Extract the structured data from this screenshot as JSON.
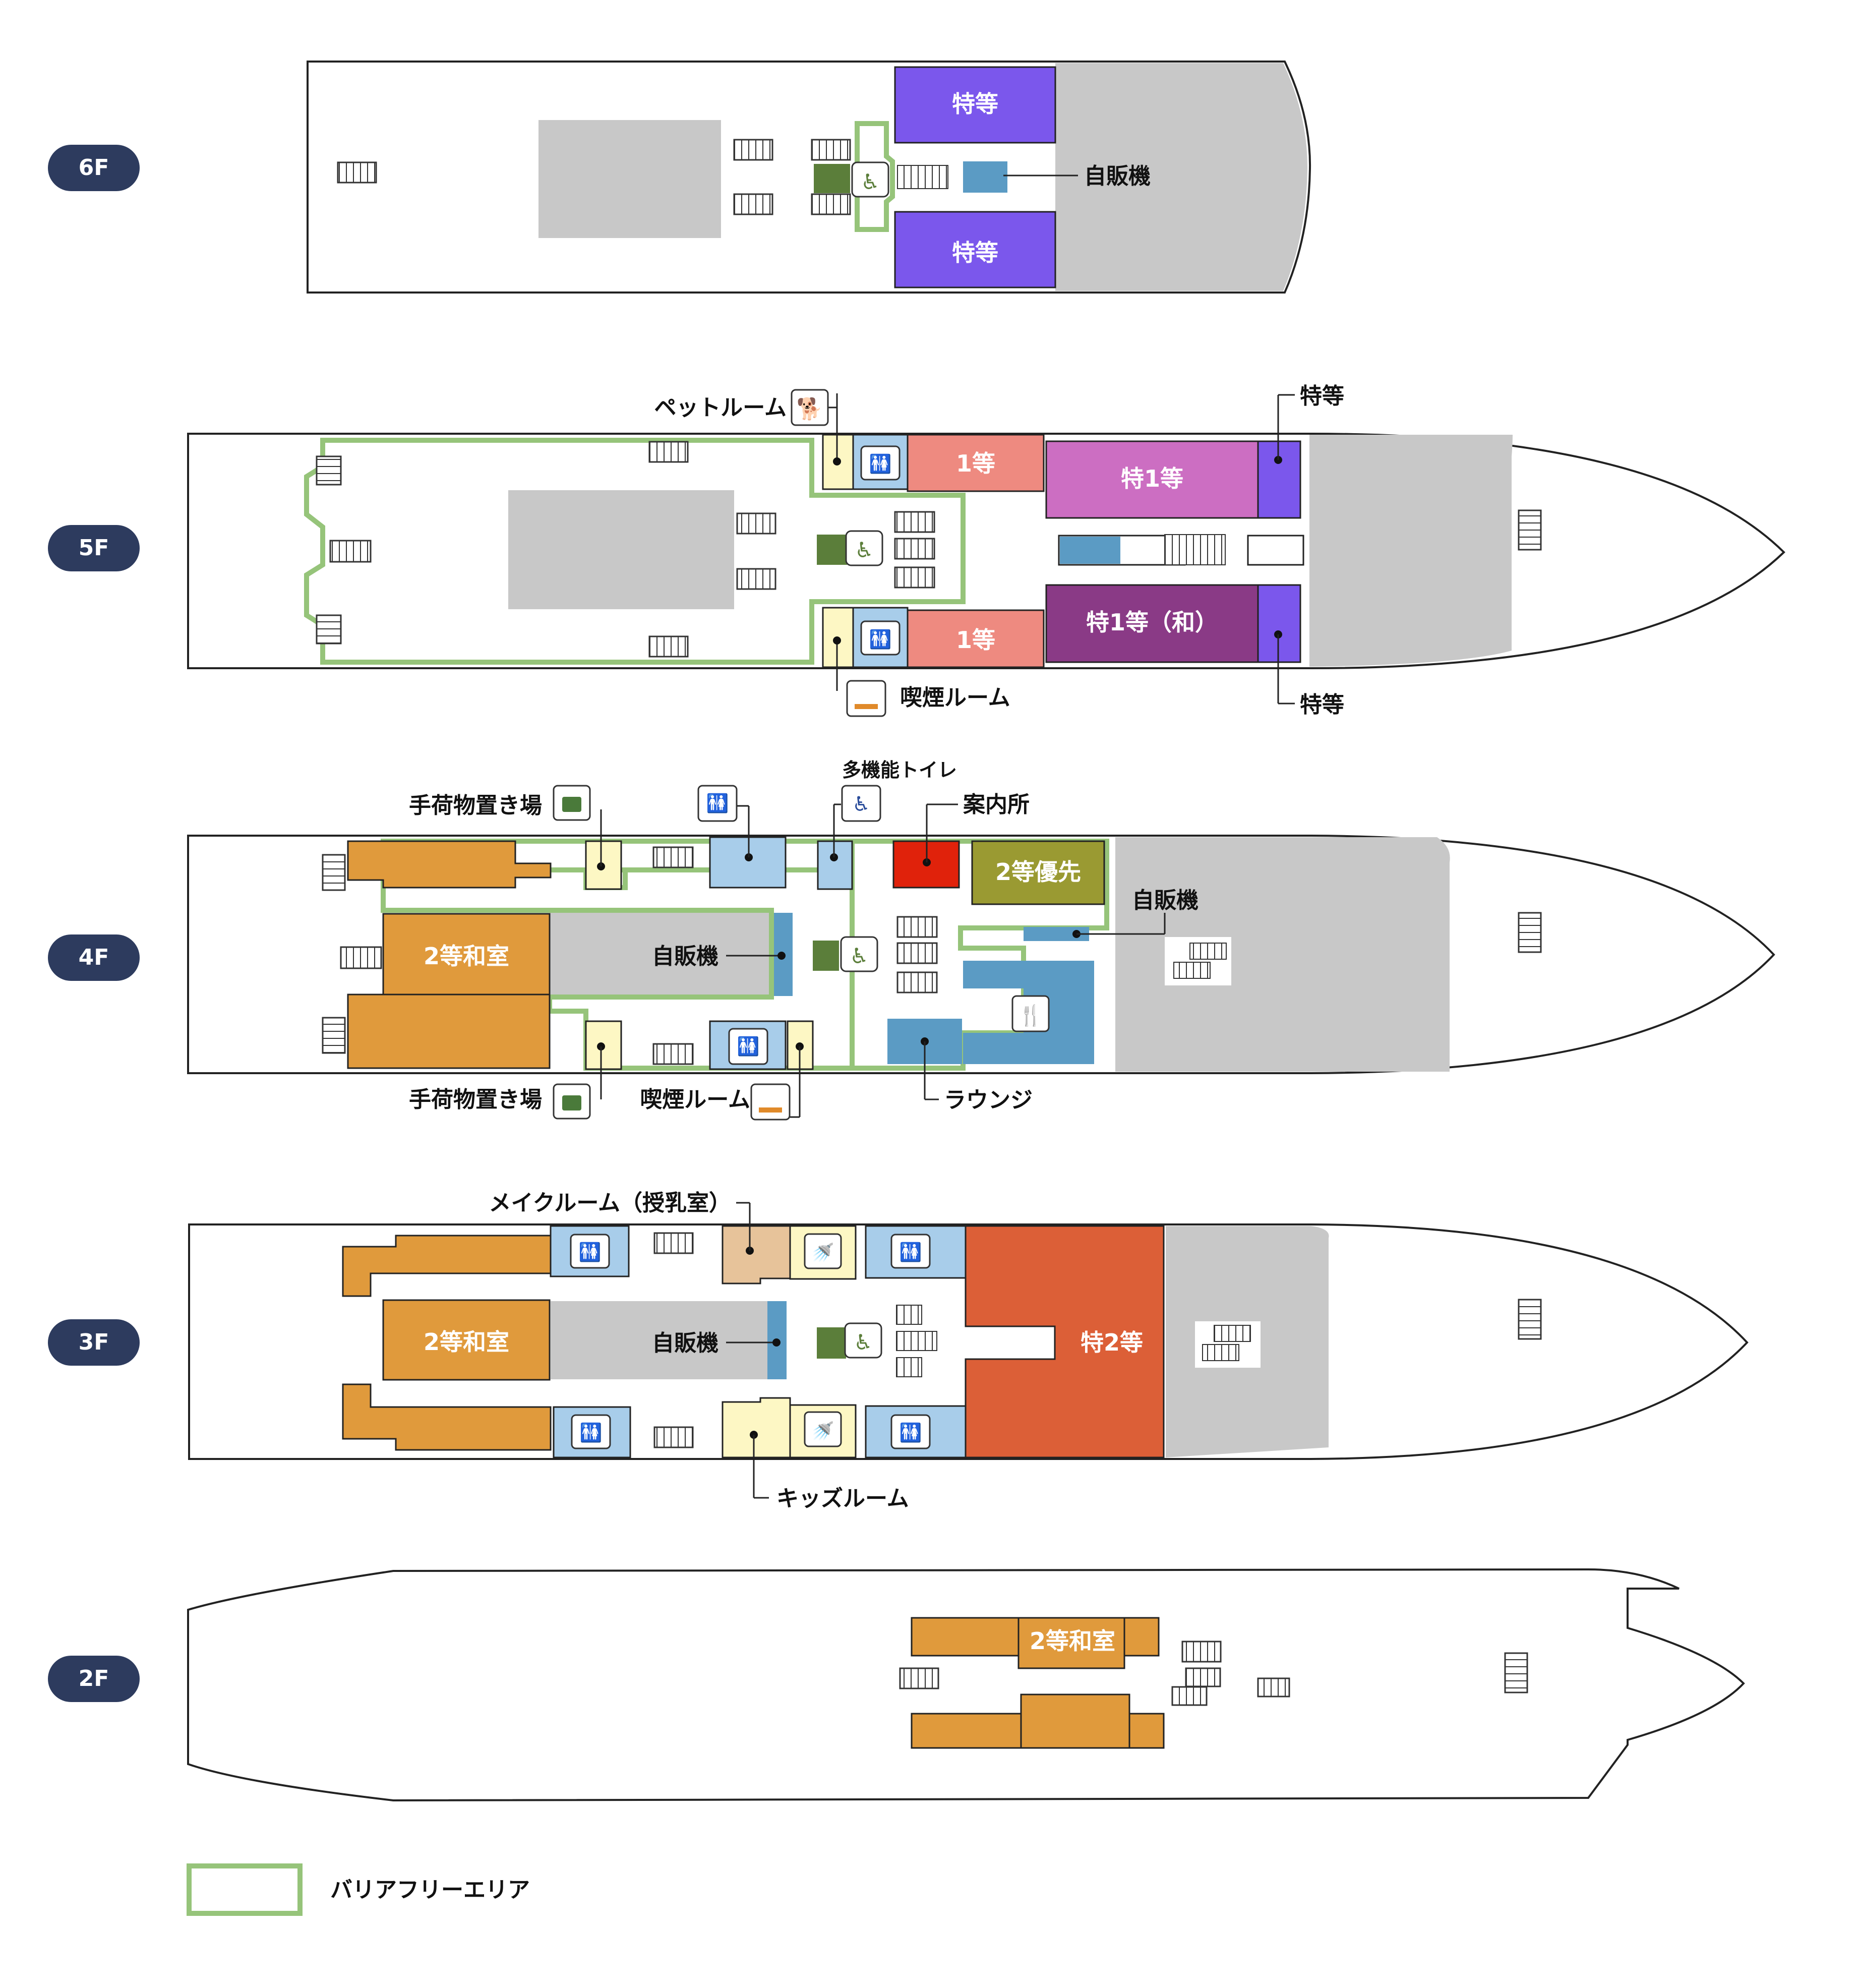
{
  "floors": {
    "f6": "6F",
    "f5": "5F",
    "f4": "4F",
    "f3": "3F",
    "f2": "2F"
  },
  "f6": {
    "tokuto_top": "特等",
    "tokuto_bottom": "特等",
    "vending": "自販機"
  },
  "f5": {
    "pet_room": "ペットルーム",
    "tokuto_top": "特等",
    "tokuto_bottom": "特等",
    "first_class_top": "1等",
    "first_class_bottom": "1等",
    "special_first": "特1等",
    "special_first_jp": "特1等（和）",
    "smoking_room": "喫煙ルーム"
  },
  "f4": {
    "luggage_top": "手荷物置き場",
    "luggage_bottom": "手荷物置き場",
    "multi_toilet": "多機能トイレ",
    "info": "案内所",
    "second_priority": "2等優先",
    "second_jp": "2等和室",
    "vending_center": "自販機",
    "vending_right": "自販機",
    "smoking_room": "喫煙ルーム",
    "lounge": "ラウンジ"
  },
  "f3": {
    "make_room": "メイクルーム（授乳室）",
    "second_jp": "2等和室",
    "vending": "自販機",
    "special_second": "特2等",
    "kids_room": "キッズルーム"
  },
  "f2": {
    "second_jp": "2等和室"
  },
  "legend": {
    "barrier_free": "バリアフリーエリア"
  },
  "colors": {
    "tokuto": "#7b57ec",
    "special_first": "#cc6ec2",
    "special_first_jp": "#8a3a86",
    "first_class": "#ee8a80",
    "second_jp": "#e09a3c",
    "special_second": "#dc5f37",
    "info": "#e0220b",
    "second_priority": "#9a9a32",
    "toilet_blue": "#a8cdea",
    "lounge_blue": "#5b9bc4",
    "cream": "#fdf7c4",
    "make_room": "#e7c39a",
    "barrier_free_line": "#96c47a",
    "gray_area": "#c8c8c8",
    "elevator": "#5b7e3a",
    "floor_badge": "#2d3b5e"
  }
}
